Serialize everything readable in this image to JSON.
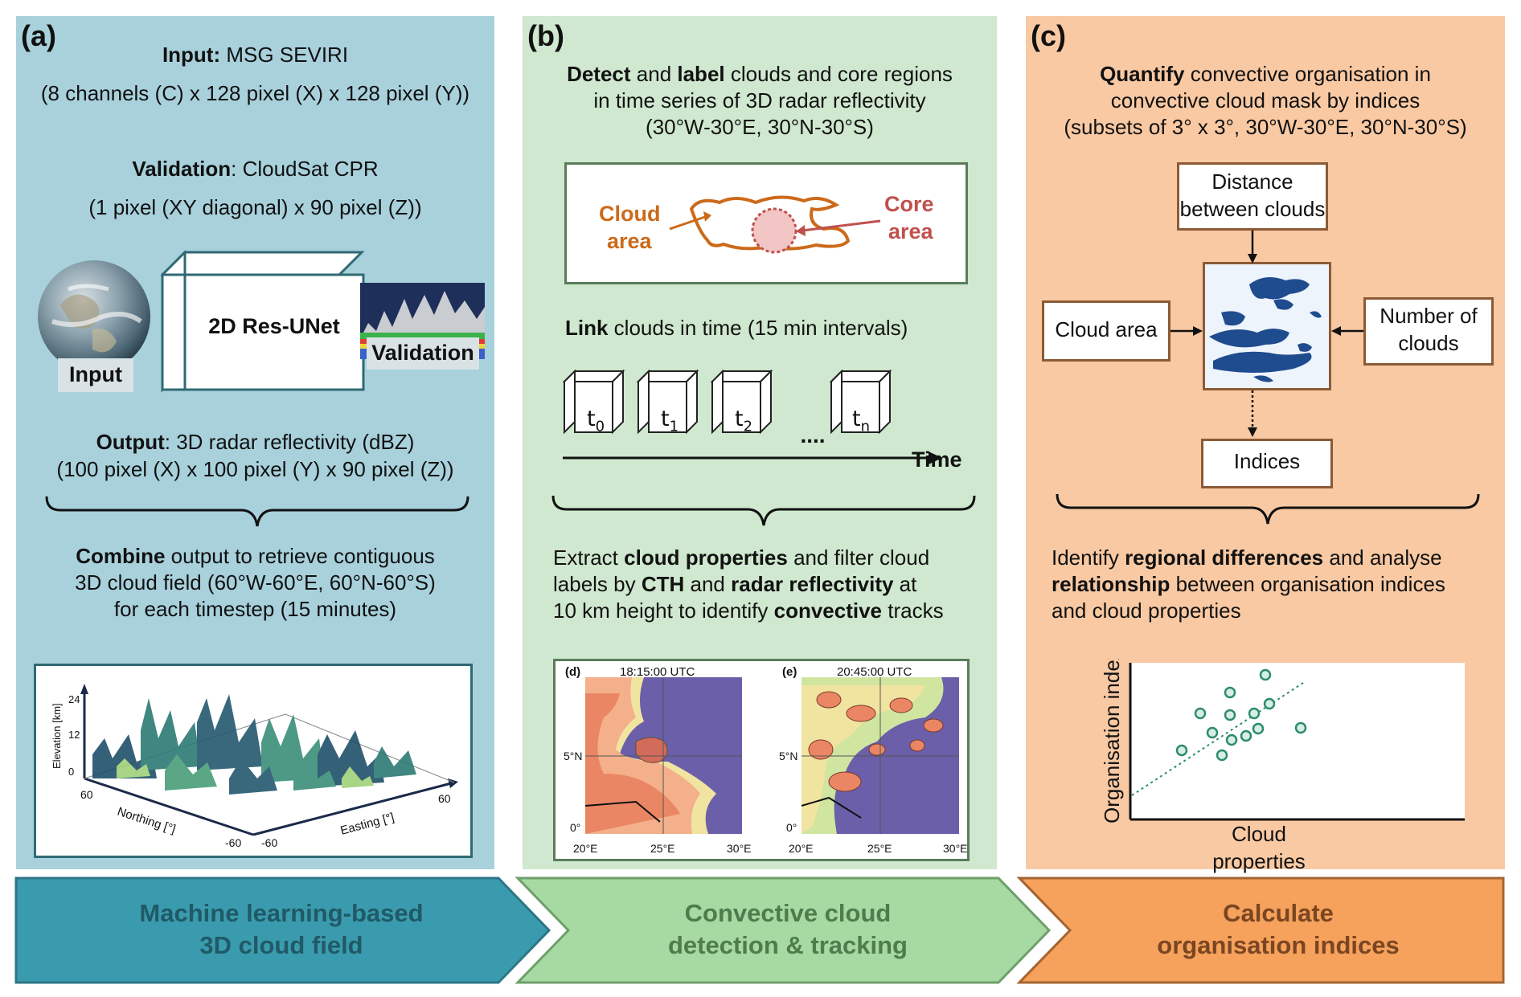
{
  "panel_a": {
    "label": "(a)",
    "input_bold": "Input:",
    "input_text": " MSG SEVIRI",
    "input_dims": "(8 channels (C) x 128 pixel (X) x 128 pixel (Y))",
    "validation_bold": "Validation",
    "validation_text": ": CloudSat CPR",
    "validation_dims": "(1 pixel (XY diagonal) x 90 pixel (Z))",
    "globe_label": "Input",
    "model_label": "2D Res-UNet",
    "validation_label": "Validation",
    "output_bold": "Output",
    "output_text": ": 3D radar reflectivity (dBZ)",
    "output_dims": "(100 pixel (X) x 100 pixel (Y) x 90 pixel (Z))",
    "combine_bold": "Combine",
    "combine_text": " output to retrieve contiguous",
    "combine_line2": "3D cloud field (60°W-60°E, 60°N-60°S)",
    "combine_line3": "for each timestep (15 minutes)",
    "plot": {
      "z_label": "Elevation [km]",
      "z_ticks": [
        "24",
        "12",
        "0"
      ],
      "northing_label": "Northing [°]",
      "easting_label": "Easting [°]",
      "northing_ticks": [
        "60",
        "-60"
      ],
      "easting_ticks": [
        "-60",
        "60"
      ]
    },
    "arrow_line1": "Machine learning-based",
    "arrow_line2": "3D cloud field"
  },
  "panel_b": {
    "label": "(b)",
    "detect_bold1": "Detect",
    "detect_mid": " and ",
    "detect_bold2": "label",
    "detect_text": " clouds and core regions",
    "detect_line2": "in time series of 3D radar reflectivity",
    "detect_line3": "(30°W-30°E, 30°N-30°S)",
    "cloud_area_1": "Cloud",
    "cloud_area_2": "area",
    "core_area_1": "Core",
    "core_area_2": "area",
    "link_bold": "Link",
    "link_text": " clouds in time (15 min intervals)",
    "cubes": [
      "t0",
      "t1",
      "t2",
      "tn"
    ],
    "dots": "....",
    "time_label": "Time",
    "extract_line1_a": "Extract ",
    "extract_line1_b": "cloud properties",
    "extract_line1_c": " and filter cloud",
    "extract_line2_a": "labels by ",
    "extract_line2_b": "CTH",
    "extract_line2_c": " and ",
    "extract_line2_d": "radar reflectivity",
    "extract_line2_e": " at",
    "extract_line3_a": "10 km height to identify ",
    "extract_line3_b": "convective",
    "extract_line3_c": " tracks",
    "map_d": {
      "tag": "(d)",
      "time": "18:15:00 UTC"
    },
    "map_e": {
      "tag": "(e)",
      "time": "20:45:00 UTC"
    },
    "map_x_ticks": [
      "20°E",
      "25°E",
      "30°E"
    ],
    "map_y_ticks": [
      "5°N",
      "0°"
    ],
    "arrow_line1": "Convective cloud",
    "arrow_line2": "detection & tracking"
  },
  "panel_c": {
    "label": "(c)",
    "quant_bold": "Quantify",
    "quant_text": " convective organisation in",
    "quant_line2": "convective cloud mask by indices",
    "quant_line3": "(subsets of 3° x 3°, 30°W-30°E, 30°N-30°S)",
    "distance_1": "Distance",
    "distance_2": "between clouds",
    "cloud_area": "Cloud area",
    "number_1": "Number of",
    "number_2": "clouds",
    "indices": "Indices",
    "identify_a": "Identify ",
    "identify_b": "regional differences",
    "identify_c": " and analyse",
    "identify_line2_a": "relationship",
    "identify_line2_b": " between organisation indices",
    "identify_line3": "and cloud properties",
    "scatter": {
      "ylabel": "Organisation index",
      "xlabel_1": "Cloud",
      "xlabel_2": "properties"
    },
    "arrow_line1": "Calculate",
    "arrow_line2": "organisation indices"
  },
  "colors": {
    "panel_a": "#a8d1dc",
    "panel_b": "#cfe8cf",
    "panel_c": "#f9c9a3",
    "arrow_a": "#3b9bae",
    "arrow_b": "#a7d9a3",
    "arrow_c": "#f6a15c",
    "box_a": "#2f6a74",
    "box_b": "#5a7c5a",
    "box_c": "#8b5a36",
    "cloud_orange": "#cc6a1a",
    "core_red": "#c0504d"
  }
}
